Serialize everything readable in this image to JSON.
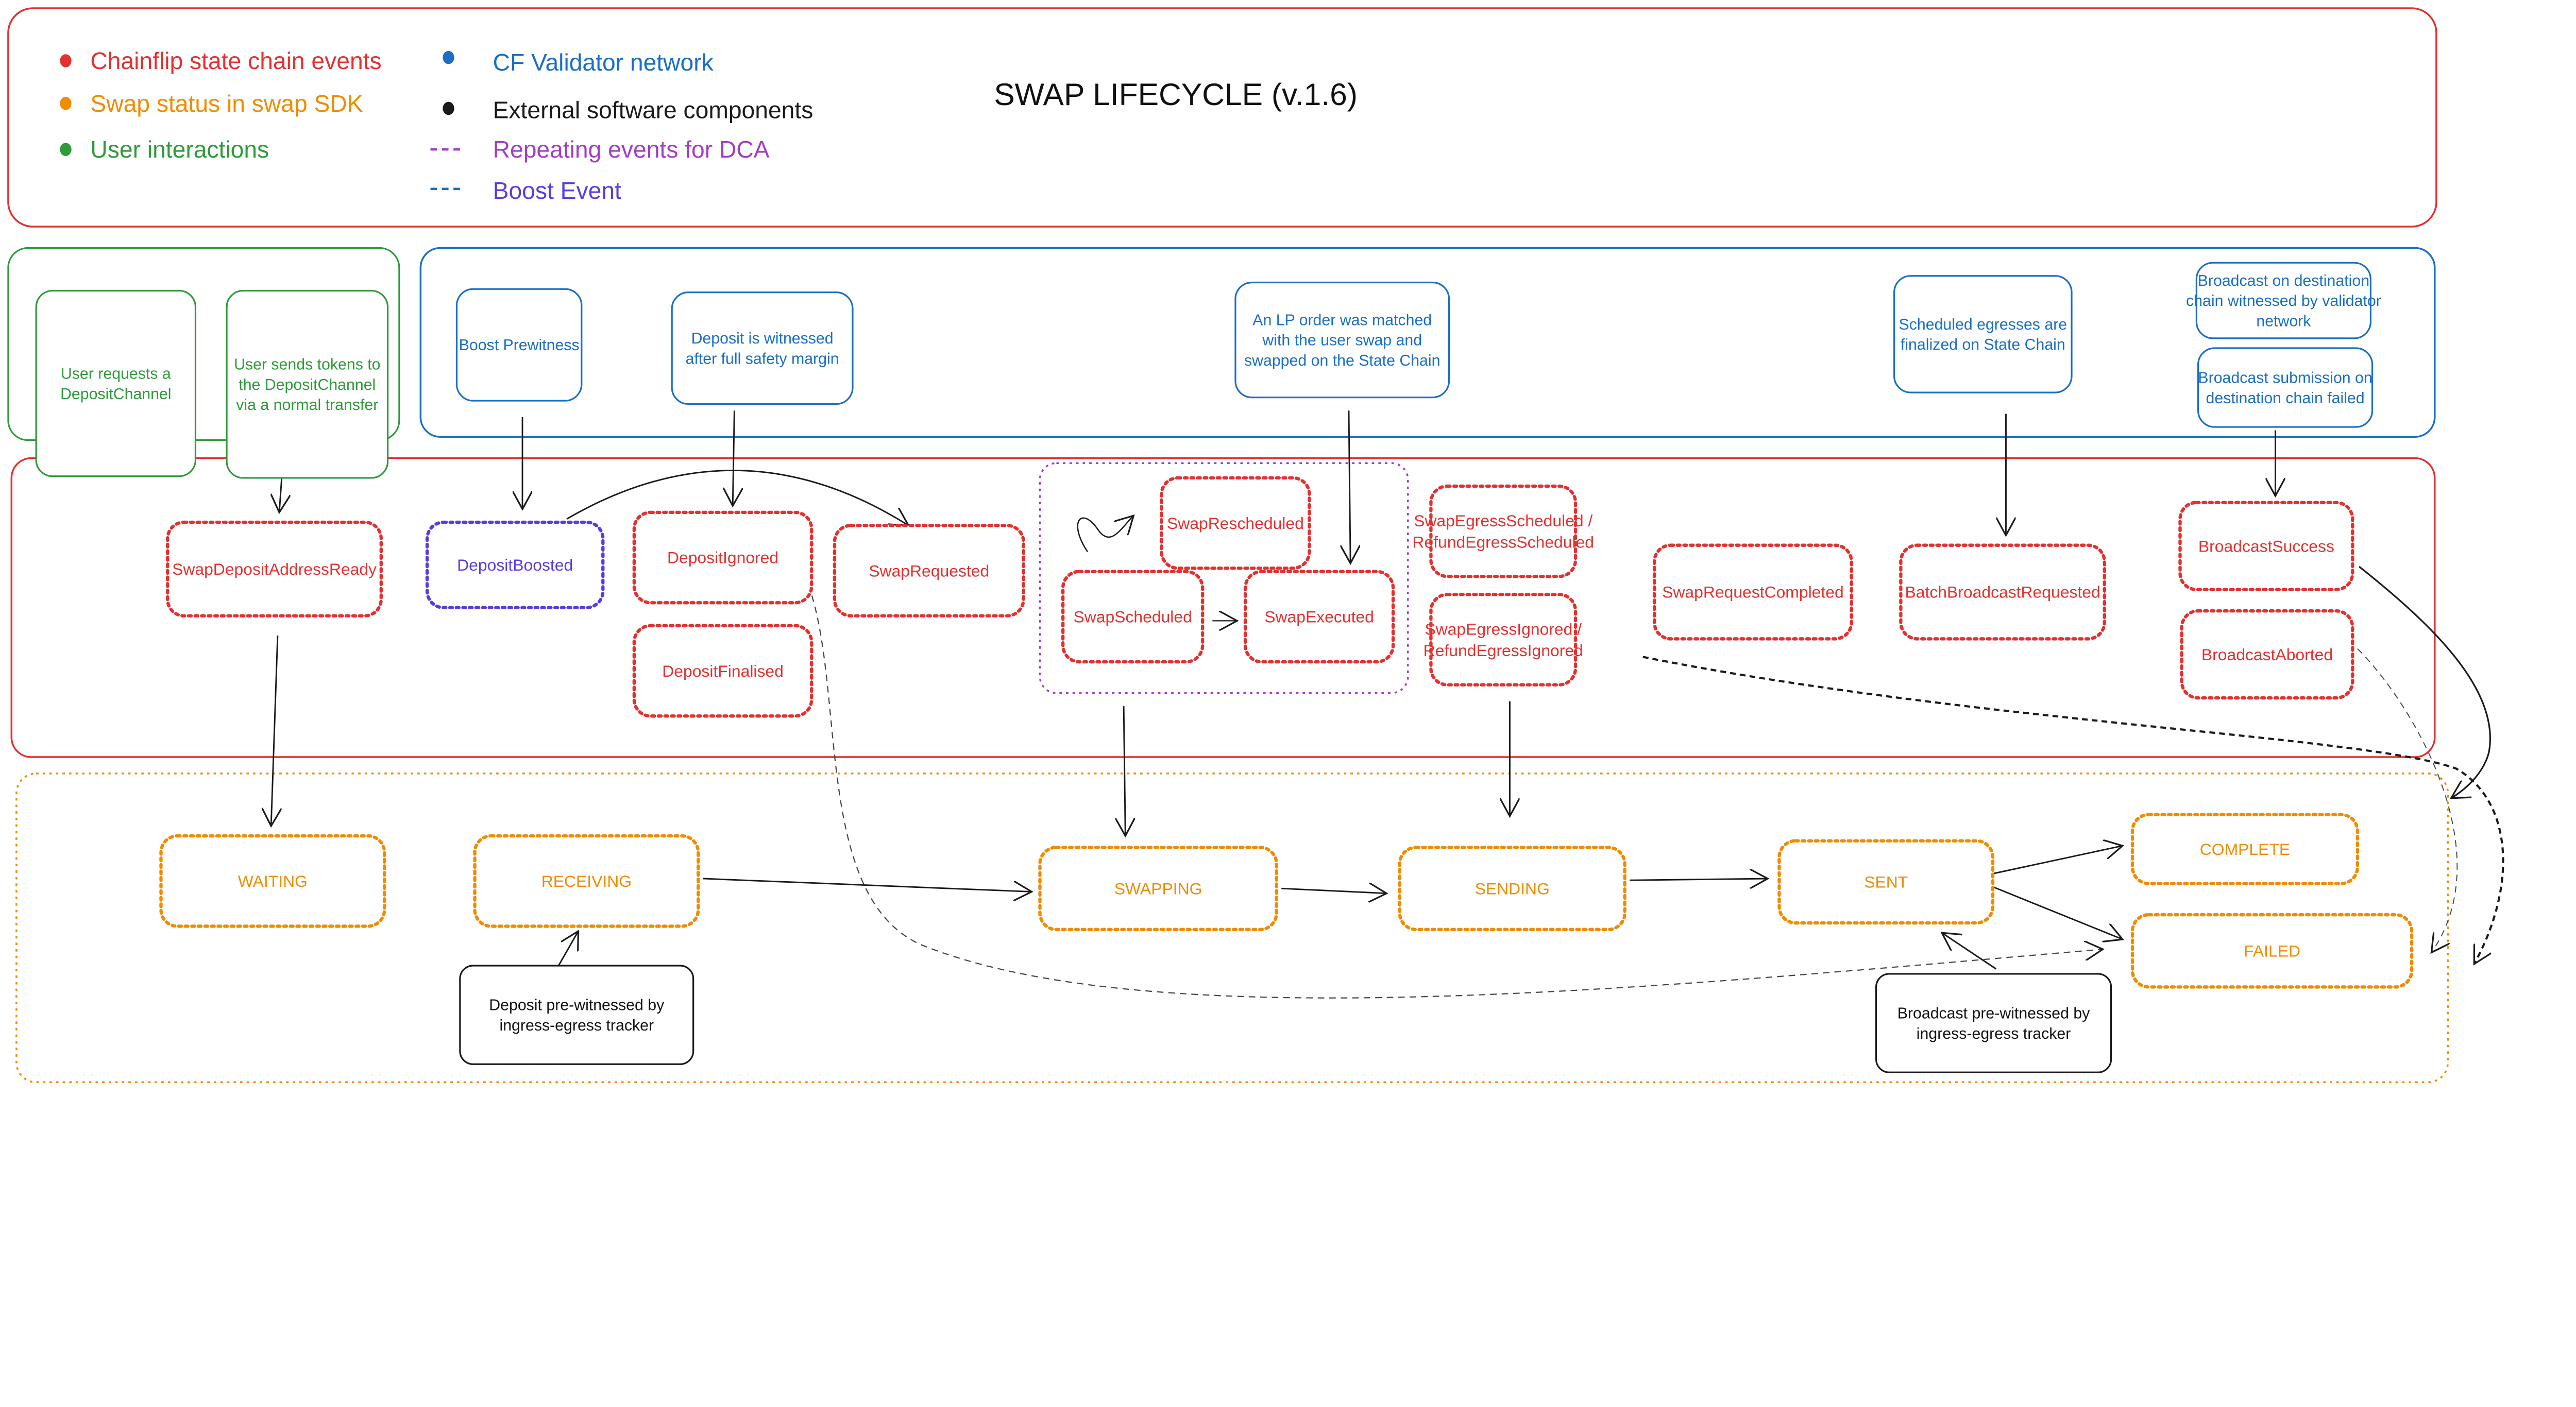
{
  "title": "SWAP LIFECYCLE (v.1.6)",
  "colors": {
    "state_chain": "#e2312f",
    "sdk_status": "#f08c00",
    "user": "#2e9a3a",
    "validator": "#1a6fc4",
    "external": "#1a1a1a",
    "dca": "#a23cc6",
    "boost": "#5b3be0"
  },
  "legend": [
    {
      "id": "state_chain",
      "label": "Chainflip state chain events",
      "marker": "dot"
    },
    {
      "id": "sdk_status",
      "label": "Swap status in swap SDK",
      "marker": "dot"
    },
    {
      "id": "user",
      "label": "User interactions",
      "marker": "dot"
    },
    {
      "id": "validator",
      "label": "CF Validator network",
      "marker": "dot"
    },
    {
      "id": "external",
      "label": "External software components",
      "marker": "dot"
    },
    {
      "id": "dca",
      "label": "Repeating events for DCA",
      "marker": "dash"
    },
    {
      "id": "boost",
      "label": "Boost Event",
      "marker": "dash"
    }
  ],
  "nodes": {
    "user_requests": {
      "kind": "user",
      "lines": [
        "User requests a",
        "DepositChannel"
      ]
    },
    "user_sends": {
      "kind": "user",
      "lines": [
        "User sends tokens to",
        "the DepositChannel",
        "via a normal transfer"
      ]
    },
    "boost_prewitness": {
      "kind": "validator",
      "lines": [
        "Boost Prewitness"
      ]
    },
    "deposit_witnessed": {
      "kind": "validator",
      "lines": [
        "Deposit is witnessed",
        "after full safety margin"
      ]
    },
    "lp_matched": {
      "kind": "validator",
      "lines": [
        "An LP order was matched",
        "with the user swap and",
        "swapped on the State Chain"
      ]
    },
    "egresses_finalized": {
      "kind": "validator",
      "lines": [
        "Scheduled egresses are",
        "finalized on State Chain"
      ]
    },
    "broadcast_witnessed": {
      "kind": "validator",
      "lines": [
        "Broadcast on destination",
        "chain witnessed  by validator",
        "network"
      ]
    },
    "broadcast_failed": {
      "kind": "validator",
      "lines": [
        "Broadcast submission on",
        "destination chain failed"
      ]
    },
    "swap_deposit_address_ready": {
      "kind": "state_chain",
      "lines": [
        "SwapDepositAddressReady"
      ]
    },
    "deposit_boosted": {
      "kind": "boost",
      "lines": [
        "DepositBoosted"
      ]
    },
    "deposit_ignored": {
      "kind": "state_chain",
      "lines": [
        "DepositIgnored"
      ]
    },
    "deposit_finalised": {
      "kind": "state_chain",
      "lines": [
        "DepositFinalised"
      ]
    },
    "swap_requested": {
      "kind": "state_chain",
      "lines": [
        "SwapRequested"
      ]
    },
    "swap_rescheduled": {
      "kind": "state_chain",
      "lines": [
        "SwapRescheduled"
      ]
    },
    "swap_scheduled": {
      "kind": "state_chain",
      "lines": [
        "SwapScheduled"
      ]
    },
    "swap_executed": {
      "kind": "state_chain",
      "lines": [
        "SwapExecuted"
      ]
    },
    "swap_egress_scheduled": {
      "kind": "state_chain",
      "lines": [
        "SwapEgressScheduled /",
        "RefundEgressScheduled"
      ]
    },
    "swap_egress_ignored": {
      "kind": "state_chain",
      "lines": [
        "SwapEgressIgnored /",
        "RefundEgressIgnored"
      ]
    },
    "swap_request_completed": {
      "kind": "state_chain",
      "lines": [
        "SwapRequestCompleted"
      ]
    },
    "batch_broadcast_requested": {
      "kind": "state_chain",
      "lines": [
        "BatchBroadcastRequested"
      ]
    },
    "broadcast_success": {
      "kind": "state_chain",
      "lines": [
        "BroadcastSuccess"
      ]
    },
    "broadcast_aborted": {
      "kind": "state_chain",
      "lines": [
        "BroadcastAborted"
      ]
    },
    "waiting": {
      "kind": "sdk_status",
      "lines": [
        "WAITING"
      ]
    },
    "receiving": {
      "kind": "sdk_status",
      "lines": [
        "RECEIVING"
      ]
    },
    "swapping": {
      "kind": "sdk_status",
      "lines": [
        "SWAPPING"
      ]
    },
    "sending": {
      "kind": "sdk_status",
      "lines": [
        "SENDING"
      ]
    },
    "sent": {
      "kind": "sdk_status",
      "lines": [
        "SENT"
      ]
    },
    "complete": {
      "kind": "sdk_status",
      "lines": [
        "COMPLETE"
      ]
    },
    "failed": {
      "kind": "sdk_status",
      "lines": [
        "FAILED"
      ]
    },
    "deposit_prewitnessed": {
      "kind": "external",
      "lines": [
        "Deposit pre-witnessed by",
        "ingress-egress tracker"
      ]
    },
    "broadcast_prewitnessed": {
      "kind": "external",
      "lines": [
        "Broadcast pre-witnessed by",
        "ingress-egress tracker"
      ]
    }
  }
}
